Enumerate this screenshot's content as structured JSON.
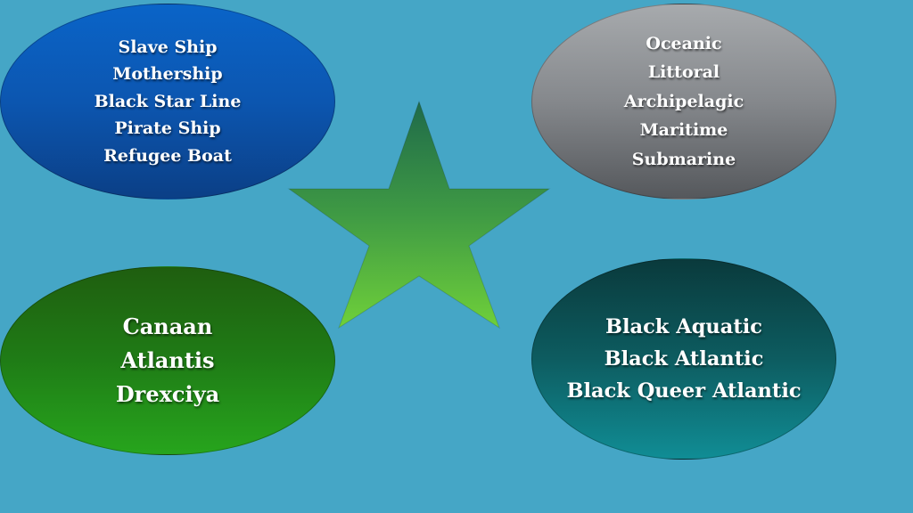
{
  "ovals": {
    "ships": {
      "items": [
        "Slave Ship",
        "Mothership",
        "Black Star Line",
        "Pirate Ship",
        "Refugee Boat"
      ]
    },
    "geography": {
      "items": [
        "Oceanic",
        "Littoral",
        "Archipelagic",
        "Maritime",
        "Submarine"
      ]
    },
    "myth": {
      "items": [
        "Canaan",
        "Atlantis",
        "Drexciya"
      ]
    },
    "atlantic": {
      "items": [
        "Black Aquatic",
        "Black Atlantic",
        "Black Queer Atlantic"
      ]
    }
  },
  "colors": {
    "background": "#45a6c6",
    "ships_oval": "#0c56b0",
    "geography_oval": "#85888c",
    "myth_oval": "#1f7c16",
    "atlantic_oval": "#0d5c60",
    "star_top": "#1f6a4a",
    "star_bottom": "#6fd03a",
    "text": "#ffffff"
  },
  "center_icon": "star-icon"
}
